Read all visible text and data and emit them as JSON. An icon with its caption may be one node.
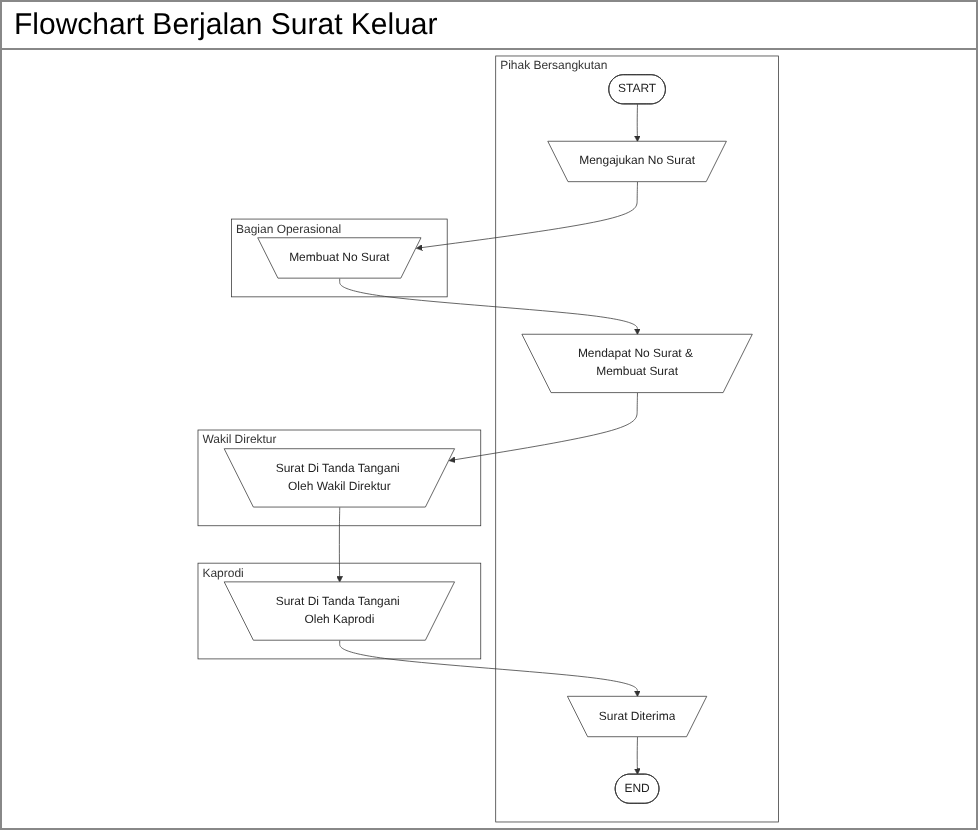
{
  "diagram": {
    "title": "Flowchart Berjalan Surat Keluar",
    "nodes": [
      {
        "text": [
          "Pihak Bersangkutan"
        ]
      },
      {
        "text": [
          "Bagian Operasional"
        ]
      },
      {
        "text": [
          "Wakil Direktur"
        ]
      },
      {
        "text": [
          "Kaprodi"
        ]
      },
      {
        "text": [
          "START"
        ],
        "in": 0
      },
      {
        "text": [
          "Mengajukan No Surat"
        ],
        "in": 0
      },
      {
        "text": [
          "Membuat No Surat"
        ],
        "in": 1
      },
      {
        "text": [
          "Mendapat No Surat & Membuat Surat"
        ],
        "in": 0
      },
      {
        "text": [
          "Surat Di Tanda Tangani Oleh Wakil Direktur"
        ],
        "in": 2
      },
      {
        "text": [
          "Surat Di Tanda Tangani Oleh Kaprodi"
        ],
        "in": 3
      },
      {
        "text": [
          "Surat Diterima"
        ],
        "in": 0
      },
      {
        "text": [
          "END"
        ],
        "in": 0
      }
    ],
    "edges": [
      {
        "from": 4,
        "to": 5,
        "arrow": "to"
      },
      {
        "from": 5,
        "to": 6,
        "arrow": "to"
      },
      {
        "from": 6,
        "to": 7,
        "arrow": "to"
      },
      {
        "from": 7,
        "to": 8,
        "arrow": "to"
      },
      {
        "from": 8,
        "to": 9,
        "arrow": "to"
      },
      {
        "from": 9,
        "to": 10,
        "arrow": "to"
      },
      {
        "from": 10,
        "to": 11,
        "arrow": "to"
      }
    ]
  }
}
